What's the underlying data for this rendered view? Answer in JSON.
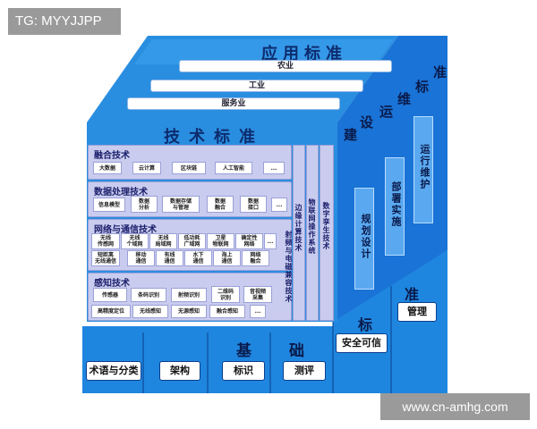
{
  "watermark_top": "TG: MYYJJPP",
  "watermark_bottom": "www.cn-amhg.com",
  "colors": {
    "cube_top": "#2a8ee0",
    "cube_right": "#1a73d6",
    "base": "#1f86e0",
    "section_fill": "#c9ccee",
    "title_text": "#0d2c6e"
  },
  "application": {
    "title": "应用标准",
    "items": [
      "农业",
      "工业",
      "服务业"
    ]
  },
  "technical": {
    "title": "技术标准",
    "sections": [
      {
        "title": "融合技术",
        "chips": [
          "大数据",
          "云计算",
          "区块链",
          "人工智能",
          "..."
        ]
      },
      {
        "title": "数据处理技术",
        "chips": [
          "信息模型",
          "数据\n分析",
          "数据存储\n与管理",
          "数据\n融合",
          "数据\n接口",
          "..."
        ]
      },
      {
        "title": "网络与通信技术",
        "chips_row1": [
          "无线\n传感网",
          "无线\n个域网",
          "无线\n局域网",
          "低功耗\n广域网",
          "卫星\n物联网",
          "确定性\n网络",
          "..."
        ],
        "chips_row2": [
          "短距离\n无线通信",
          "移动\n通信",
          "有线\n通信",
          "水下\n通信",
          "海上\n通信",
          "网络\n融合"
        ]
      },
      {
        "title": "感知技术",
        "chips_row1": [
          "传感器",
          "条码识别",
          "射频识别",
          "二维码\n识别",
          "音视频\n采集"
        ],
        "chips_row2": [
          "高精度定位",
          "无线感知",
          "无源感知",
          "融合感知",
          "..."
        ]
      }
    ],
    "columns": [
      "边缘计算技术",
      "射频与电磁兼容技术",
      "物联网操作系统",
      "数字孪生技术"
    ]
  },
  "construction": {
    "title_chars": [
      "建",
      "设",
      "运",
      "维",
      "标",
      "准"
    ],
    "boxes": [
      "规划设计",
      "部署实施",
      "运行维护"
    ]
  },
  "base": {
    "title_chars": [
      "基",
      "础"
    ],
    "items": [
      "术语与分类",
      "架构",
      "标识",
      "测评"
    ]
  },
  "right_standard": {
    "title_chars": [
      "标",
      "准"
    ],
    "items": [
      "安全可信",
      "管理"
    ]
  }
}
